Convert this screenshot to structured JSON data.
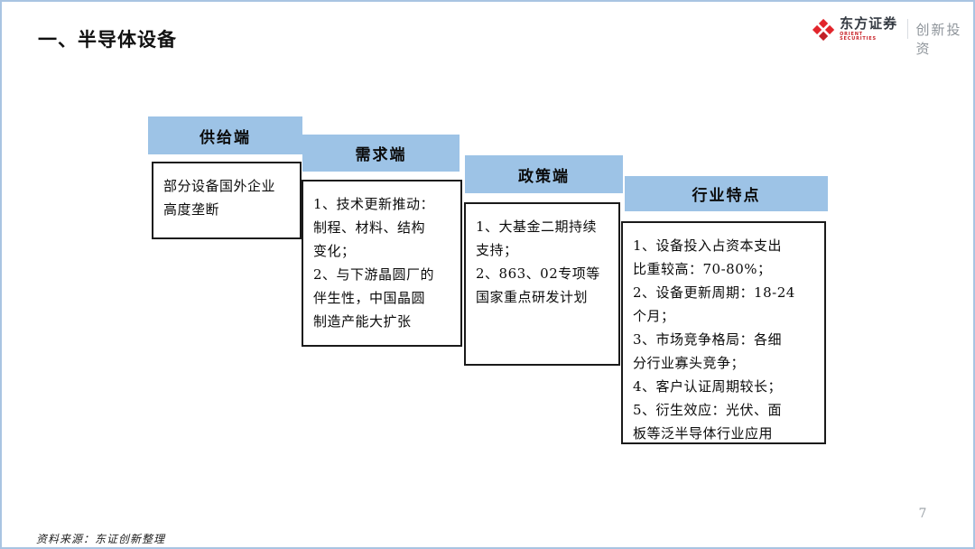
{
  "slide": {
    "title": "一、半导体设备",
    "page_number": "7",
    "source_note": "资料来源：东证创新整理"
  },
  "logo": {
    "brand": "东方证券",
    "brand_sub": "ORIENT SECURITIES",
    "suffix": "创新投资"
  },
  "colors": {
    "header_fill": "#9dc3e6",
    "slide_border": "#a9c4e2",
    "box_border": "#1a1a1a",
    "brand_red": "#e2252b",
    "suffix_gray": "#8f959b",
    "page_number_gray": "#9aa0a6"
  },
  "diagram": {
    "groups": [
      {
        "header": "供给端",
        "body": "部分设备国外企业\n高度垄断"
      },
      {
        "header": "需求端",
        "body": "1、技术更新推动：\n制程、材料、结构\n变化；\n2、与下游晶圆厂的\n伴生性，中国晶圆\n制造产能大扩张"
      },
      {
        "header": "政策端",
        "body": "1、大基金二期持续\n支持；\n2、863、02专项等\n国家重点研发计划"
      },
      {
        "header": "行业特点",
        "body": "1、设备投入占资本支出\n比重较高：70-80%；\n2、设备更新周期：18-24\n个月；\n3、市场竞争格局：各细\n分行业寡头竞争；\n4、客户认证周期较长；\n5、衍生效应：光伏、面\n板等泛半导体行业应用"
      }
    ]
  }
}
